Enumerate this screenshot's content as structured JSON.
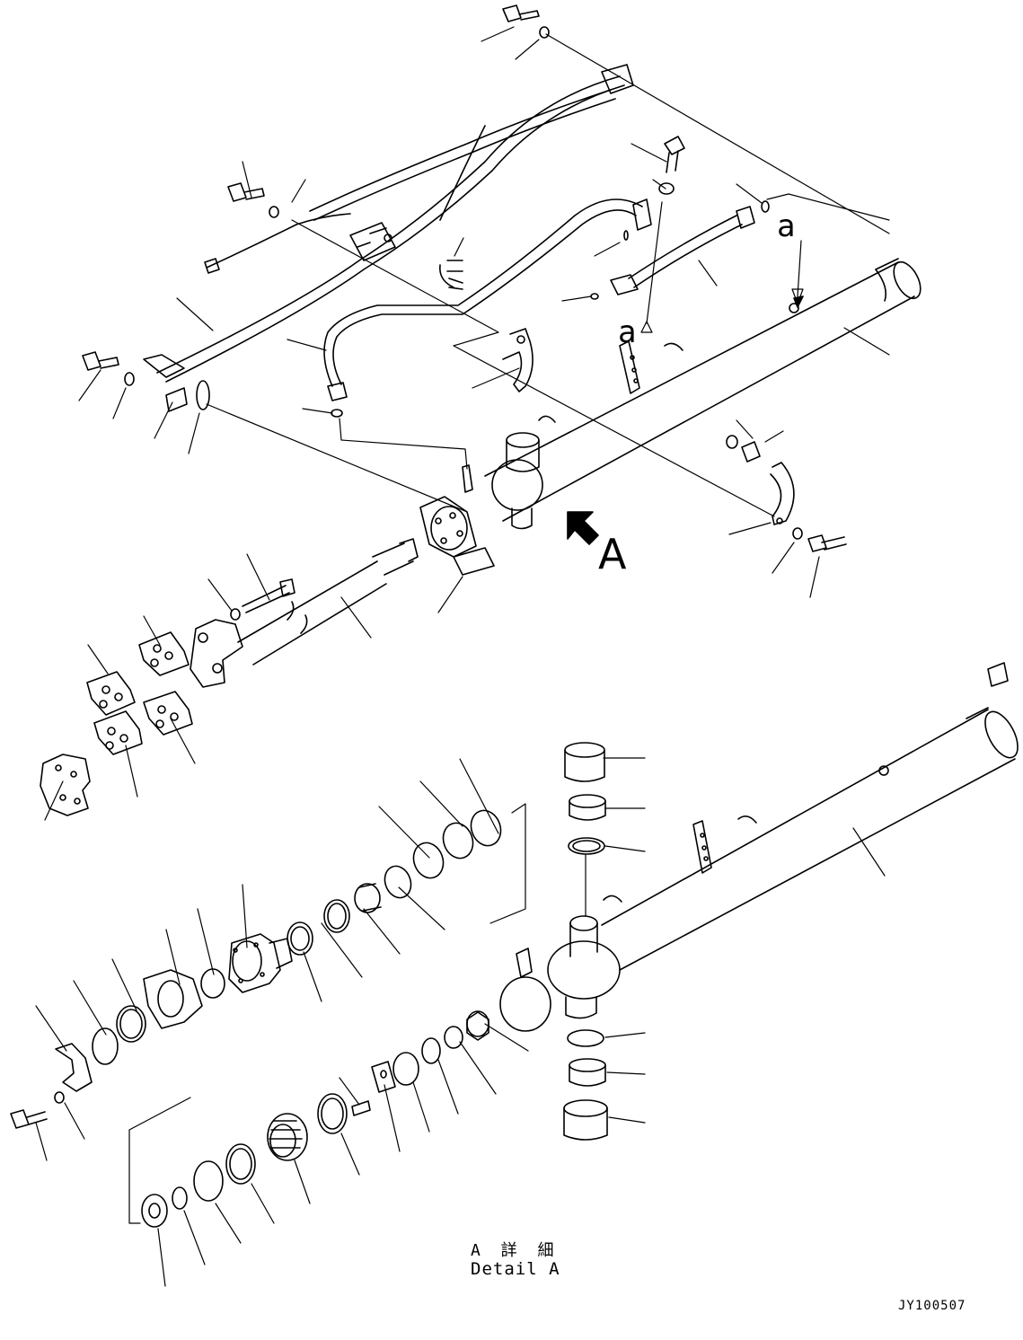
{
  "labels": {
    "ref_a_upper": "a",
    "ref_a_lower": "a",
    "view_arrow": "A",
    "detail_title_jp": "A 詳 細",
    "detail_title_en": "Detail A",
    "drawing_id": "JY100507"
  }
}
